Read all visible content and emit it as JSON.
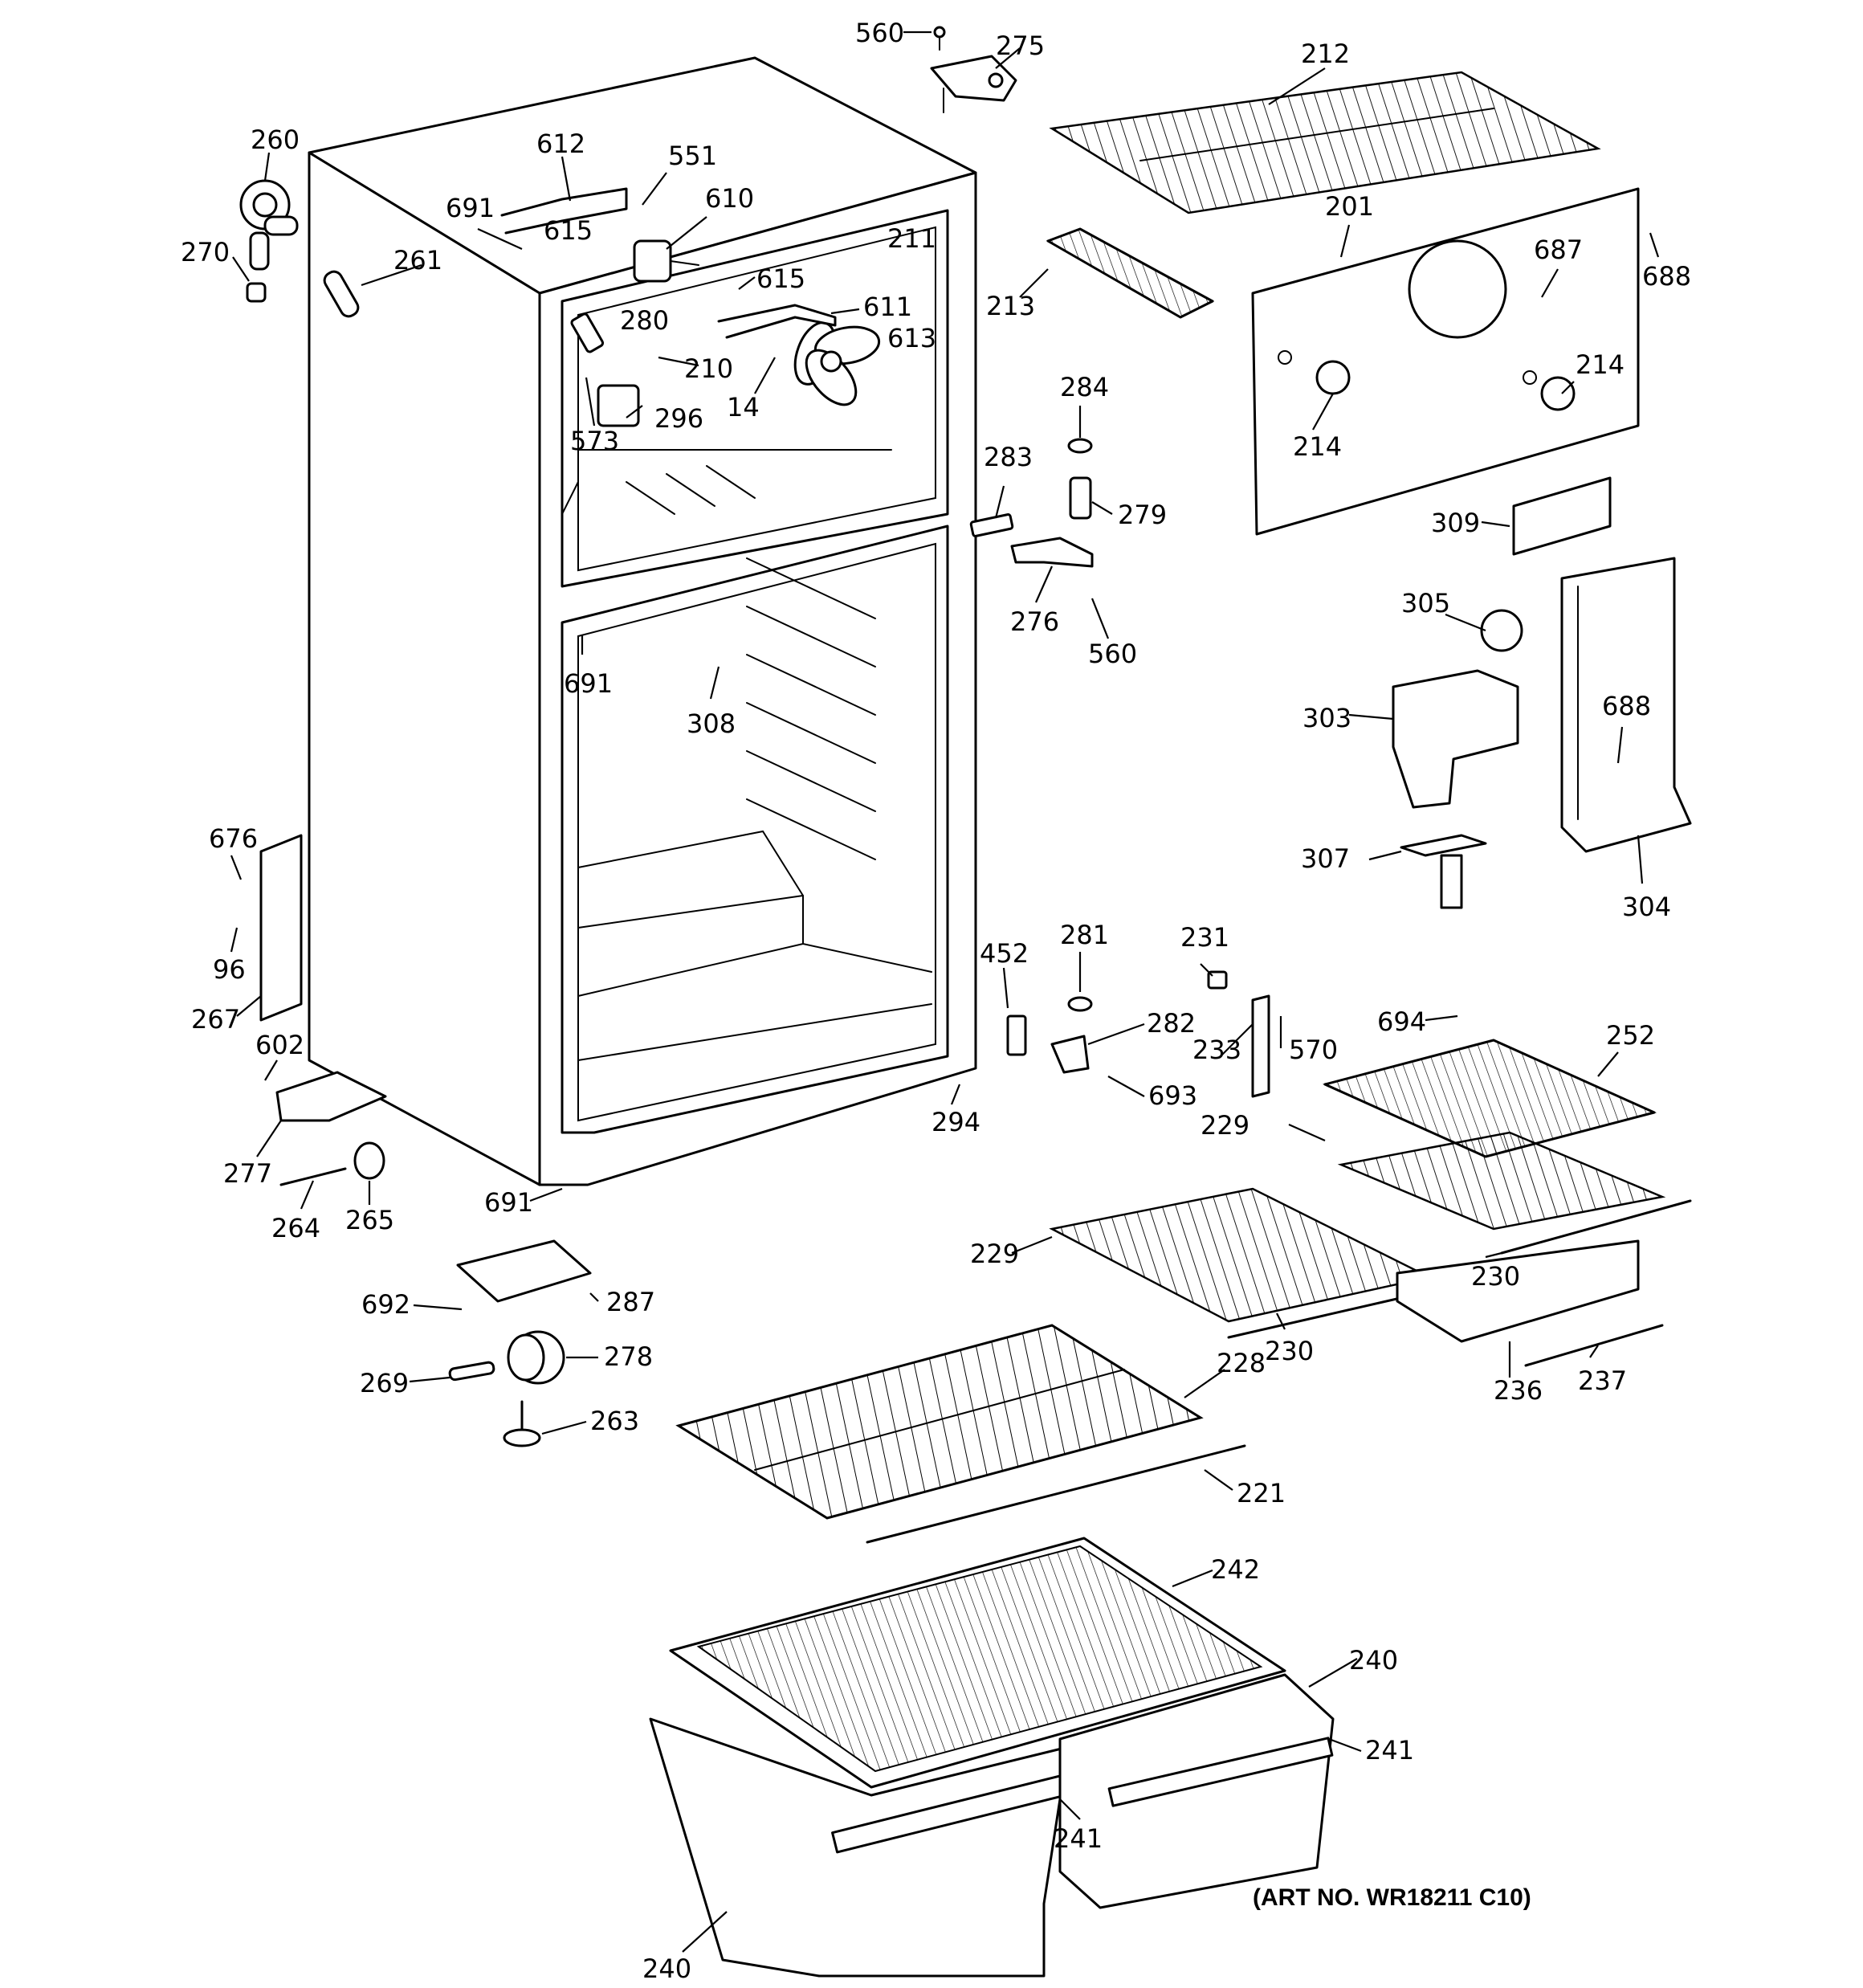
{
  "diagram": {
    "art_number": "(ART NO. WR18211 C10)",
    "labels": {
      "l560a": "560",
      "l275": "275",
      "l212": "212",
      "l260": "260",
      "l612": "612",
      "l551": "551",
      "l691a": "691",
      "l610": "610",
      "l615a": "615",
      "l270": "270",
      "l261": "261",
      "l211": "211",
      "l615b": "615",
      "l611": "611",
      "l280": "280",
      "l613": "613",
      "l210": "210",
      "l14": "14",
      "l296": "296",
      "l573": "573",
      "l213": "213",
      "l201": "201",
      "l687": "687",
      "l688a": "688",
      "l284": "284",
      "l214a": "214",
      "l214b": "214",
      "l283": "283",
      "l279": "279",
      "l309": "309",
      "l276": "276",
      "l560b": "560",
      "l691b": "691",
      "l308": "308",
      "l305": "305",
      "l303": "303",
      "l688b": "688",
      "l307": "307",
      "l304": "304",
      "l676": "676",
      "l96": "96",
      "l267": "267",
      "l602": "602",
      "l452": "452",
      "l281": "281",
      "l231": "231",
      "l282": "282",
      "l233": "233",
      "l570": "570",
      "l694": "694",
      "l252": "252",
      "l693": "693",
      "l294": "294",
      "l229a": "229",
      "l277": "277",
      "l691c": "691",
      "l264": "264",
      "l265": "265",
      "l229b": "229",
      "l230a": "230",
      "l692": "692",
      "l287": "287",
      "l230b": "230",
      "l236": "236",
      "l237": "237",
      "l278": "278",
      "l269": "269",
      "l228": "228",
      "l263": "263",
      "l221": "221",
      "l242": "242",
      "l240a": "240",
      "l241a": "241",
      "l241b": "241",
      "l240b": "240"
    }
  }
}
